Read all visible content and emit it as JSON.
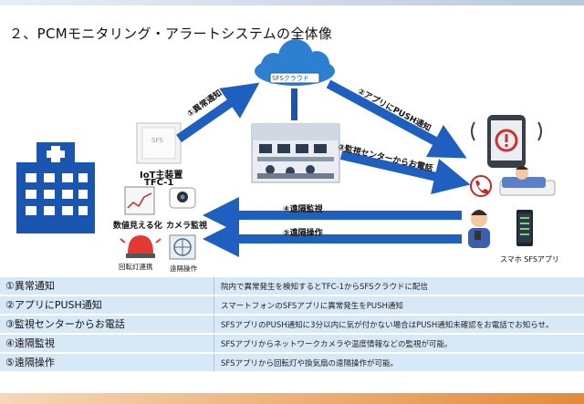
{
  "title": "２、PCMモニタリング・アラートシステムの全体像",
  "cloud_label": "SFSクラウド",
  "arrows": {
    "a1": "①異常通知",
    "a2": "②アプリにPUSH通知",
    "a3": "③監視センターからお電話",
    "a4": "④遠隔監視",
    "a5": "⑤遠隔操作"
  },
  "device": {
    "name": "IoT主装置",
    "model": "TFC-1",
    "plate_text": "SFS"
  },
  "peripherals": {
    "sensor": "数値見える化",
    "camera": "カメラ監視",
    "lamp": "回転灯連携",
    "fan": "遠隔操作"
  },
  "phone_label": "スマホ SFSアプリ",
  "colors": {
    "arrow": "#1f5fbf",
    "hospital": "#1a55b0",
    "cloud": "#2d7fd1",
    "table_bg": "#d7e9f6"
  },
  "table": [
    {
      "label": "①異常通知",
      "desc": "院内で異常発生を検知するとTFC-1からSFSクラウドに配信"
    },
    {
      "label": "②アプリにPUSH通知",
      "desc": "スマートフォンのSFSアプリに異常発生をPUSH通知"
    },
    {
      "label": "③監視センターからお電話",
      "desc": "SFSアプリのPUSH通知に3分以内に気が付かない場合はPUSH通知未確認をお電話でお知らせ。"
    },
    {
      "label": "④遠隔監視",
      "desc": "SFSアプリからネットワークカメラや温度情報などの監視が可能。"
    },
    {
      "label": "⑤遠隔操作",
      "desc": "SFSアプリから回転灯や換気扇の遠隔操作が可能。"
    }
  ]
}
